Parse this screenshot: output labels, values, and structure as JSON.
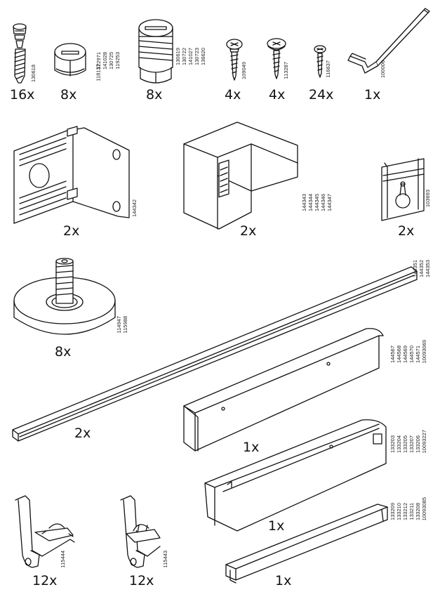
{
  "parts": [
    {
      "id": "dowel-cam-bolt",
      "qty": "16x",
      "codes": [
        "130618"
      ]
    },
    {
      "id": "cam-lock-small",
      "qty": "8x",
      "codes": [
        "118137",
        "122971",
        "141028",
        "130725",
        "119253"
      ]
    },
    {
      "id": "cam-lock-large",
      "qty": "8x",
      "codes": [
        "130619",
        "130722",
        "141027",
        "130723",
        "136620"
      ]
    },
    {
      "id": "screw-round-head",
      "qty": "4x",
      "codes": [
        "109049"
      ]
    },
    {
      "id": "screw-wafer-head",
      "qty": "4x",
      "codes": [
        "113287"
      ]
    },
    {
      "id": "screw-small",
      "qty": "24x",
      "codes": [
        "116637"
      ]
    },
    {
      "id": "allen-key",
      "qty": "1x",
      "codes": [
        "100006"
      ]
    },
    {
      "id": "angle-bracket-hinge",
      "qty": "2x",
      "codes": [
        "144342"
      ]
    },
    {
      "id": "corner-block",
      "qty": "2x",
      "codes": [
        "144343",
        "144344",
        "144345",
        "144346",
        "144347"
      ]
    },
    {
      "id": "hanging-plate",
      "qty": "2x",
      "codes": [
        "103693"
      ]
    },
    {
      "id": "adjustable-foot",
      "qty": "8x",
      "codes": [
        "114947",
        "115988"
      ]
    },
    {
      "id": "long-rail",
      "qty": "2x",
      "codes": [
        "144351",
        "144352",
        "144353"
      ]
    },
    {
      "id": "profile-rail-upper",
      "qty": "1x",
      "codes": [
        "144567",
        "144568",
        "144569",
        "144570",
        "144571",
        "10093069"
      ]
    },
    {
      "id": "profile-rail-middle",
      "qty": "1x",
      "codes": [
        "133203",
        "133204",
        "133205",
        "133207",
        "133206",
        "10093227"
      ]
    },
    {
      "id": "profile-rail-lower",
      "qty": "1x",
      "codes": [
        "133209",
        "133210",
        "133212",
        "133211",
        "133208",
        "10093085"
      ]
    },
    {
      "id": "wire-bracket-a",
      "qty": "12x",
      "codes": [
        "115444"
      ]
    },
    {
      "id": "wire-bracket-b",
      "qty": "12x",
      "codes": [
        "115443"
      ]
    }
  ]
}
